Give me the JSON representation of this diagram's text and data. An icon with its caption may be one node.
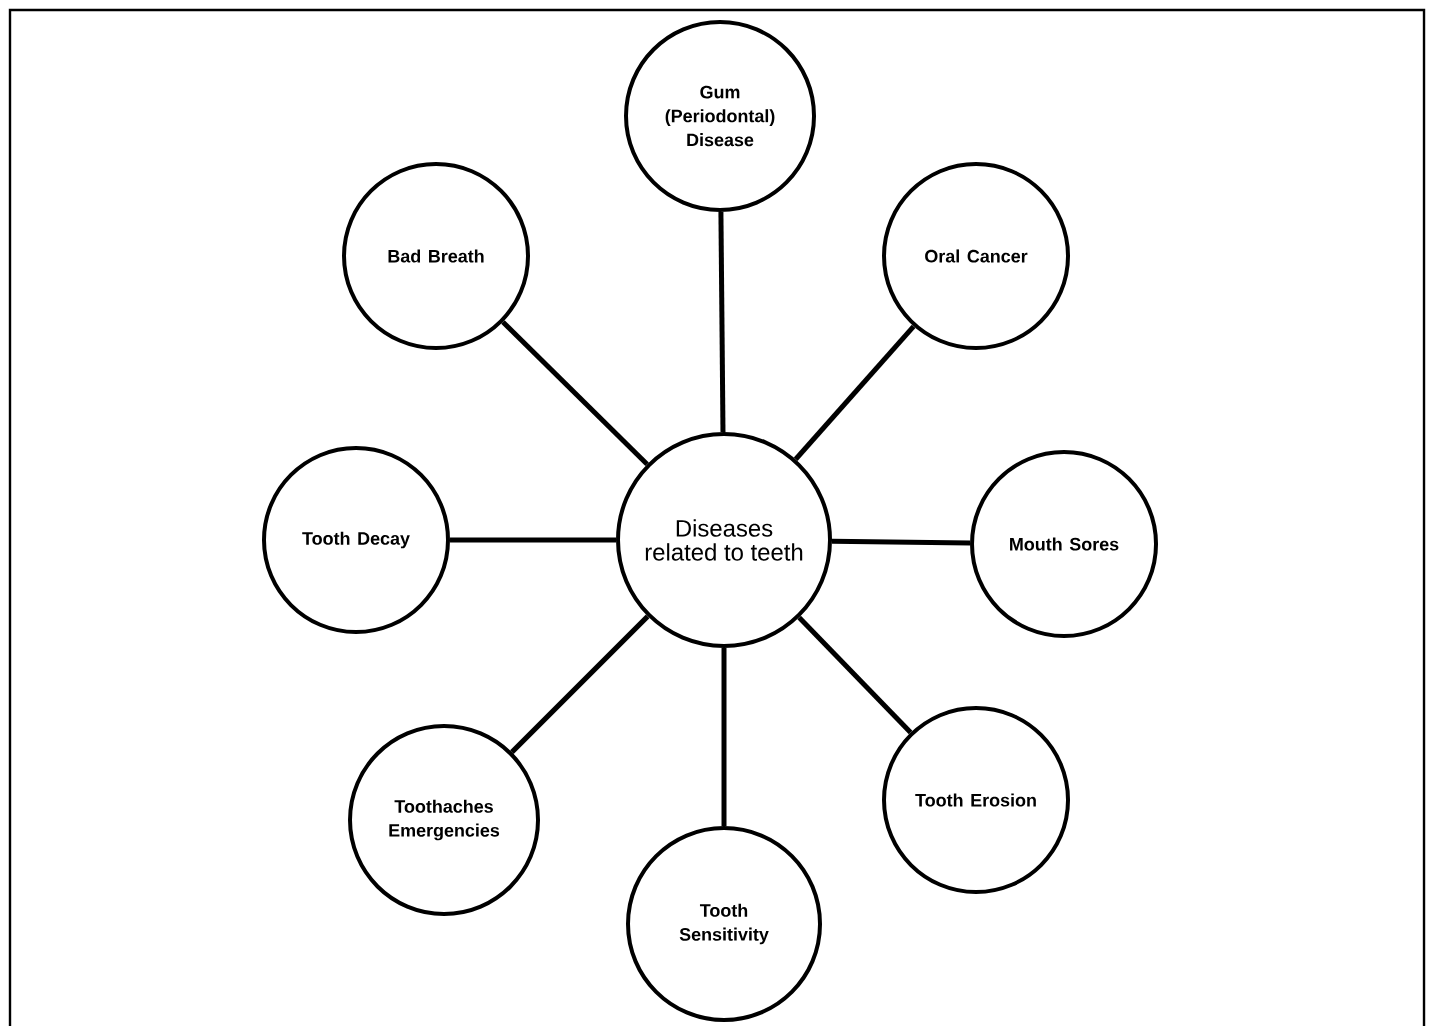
{
  "diagram": {
    "nodes": [
      {
        "text": [
          "Diseases related to teeth"
        ]
      },
      {
        "text": [
          "Gum (Periodontal) Disease"
        ]
      },
      {
        "text": [
          "Bad Breath"
        ]
      },
      {
        "text": [
          "Oral Cancer"
        ]
      },
      {
        "text": [
          "Tooth Decay"
        ]
      },
      {
        "text": [
          "Mouth Sores"
        ]
      },
      {
        "text": [
          "Toothaches Emergencies"
        ]
      },
      {
        "text": [
          "Tooth Erosion"
        ]
      },
      {
        "text": [
          "Tooth Sensitivity"
        ]
      }
    ],
    "edges": [
      {
        "from": 0,
        "to": 1,
        "arrow": "none"
      },
      {
        "from": 0,
        "to": 2,
        "arrow": "none"
      },
      {
        "from": 0,
        "to": 3,
        "arrow": "none"
      },
      {
        "from": 0,
        "to": 4,
        "arrow": "none"
      },
      {
        "from": 0,
        "to": 5,
        "arrow": "none"
      },
      {
        "from": 0,
        "to": 6,
        "arrow": "none"
      },
      {
        "from": 0,
        "to": 7,
        "arrow": "none"
      },
      {
        "from": 0,
        "to": 8,
        "arrow": "none"
      }
    ]
  }
}
